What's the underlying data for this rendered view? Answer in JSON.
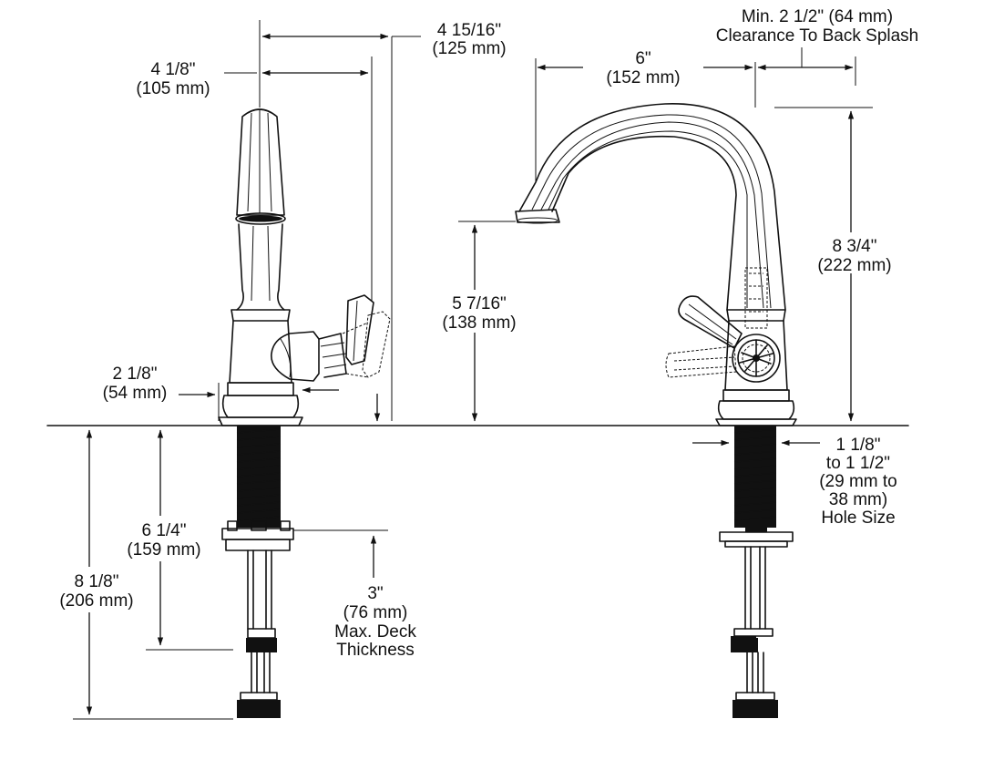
{
  "colors": {
    "ink": "#111111",
    "background": "#ffffff"
  },
  "dimensions": {
    "top_width_outer": {
      "imperial": "4 15/16\"",
      "metric": "(125 mm)"
    },
    "top_width_inner": {
      "imperial": "4 1/8\"",
      "metric": "(105 mm)"
    },
    "spout_reach": {
      "imperial": "6\"",
      "metric": "(152 mm)"
    },
    "backsplash_clearance": {
      "line1": "Min. 2 1/2\" (64 mm)",
      "line2": "Clearance To Back Splash"
    },
    "overall_height": {
      "imperial": "8 3/4\"",
      "metric": "(222 mm)"
    },
    "spout_height": {
      "imperial": "5 7/16\"",
      "metric": "(138 mm)"
    },
    "base_diameter": {
      "imperial": "2 1/8\"",
      "metric": "(54 mm)"
    },
    "hole_size": {
      "line1": "1 1/8\"",
      "line2": "to 1 1/2\"",
      "line3": "(29 mm to",
      "line4": "38 mm)",
      "line5": "Hole Size"
    },
    "shank_length": {
      "imperial": "6 1/4\"",
      "metric": "(159 mm)"
    },
    "total_below_deck": {
      "imperial": "8 1/8\"",
      "metric": "(206 mm)"
    },
    "deck_thickness": {
      "line1": "3\"",
      "line2": "(76 mm)",
      "line3": "Max. Deck",
      "line4": "Thickness"
    }
  }
}
